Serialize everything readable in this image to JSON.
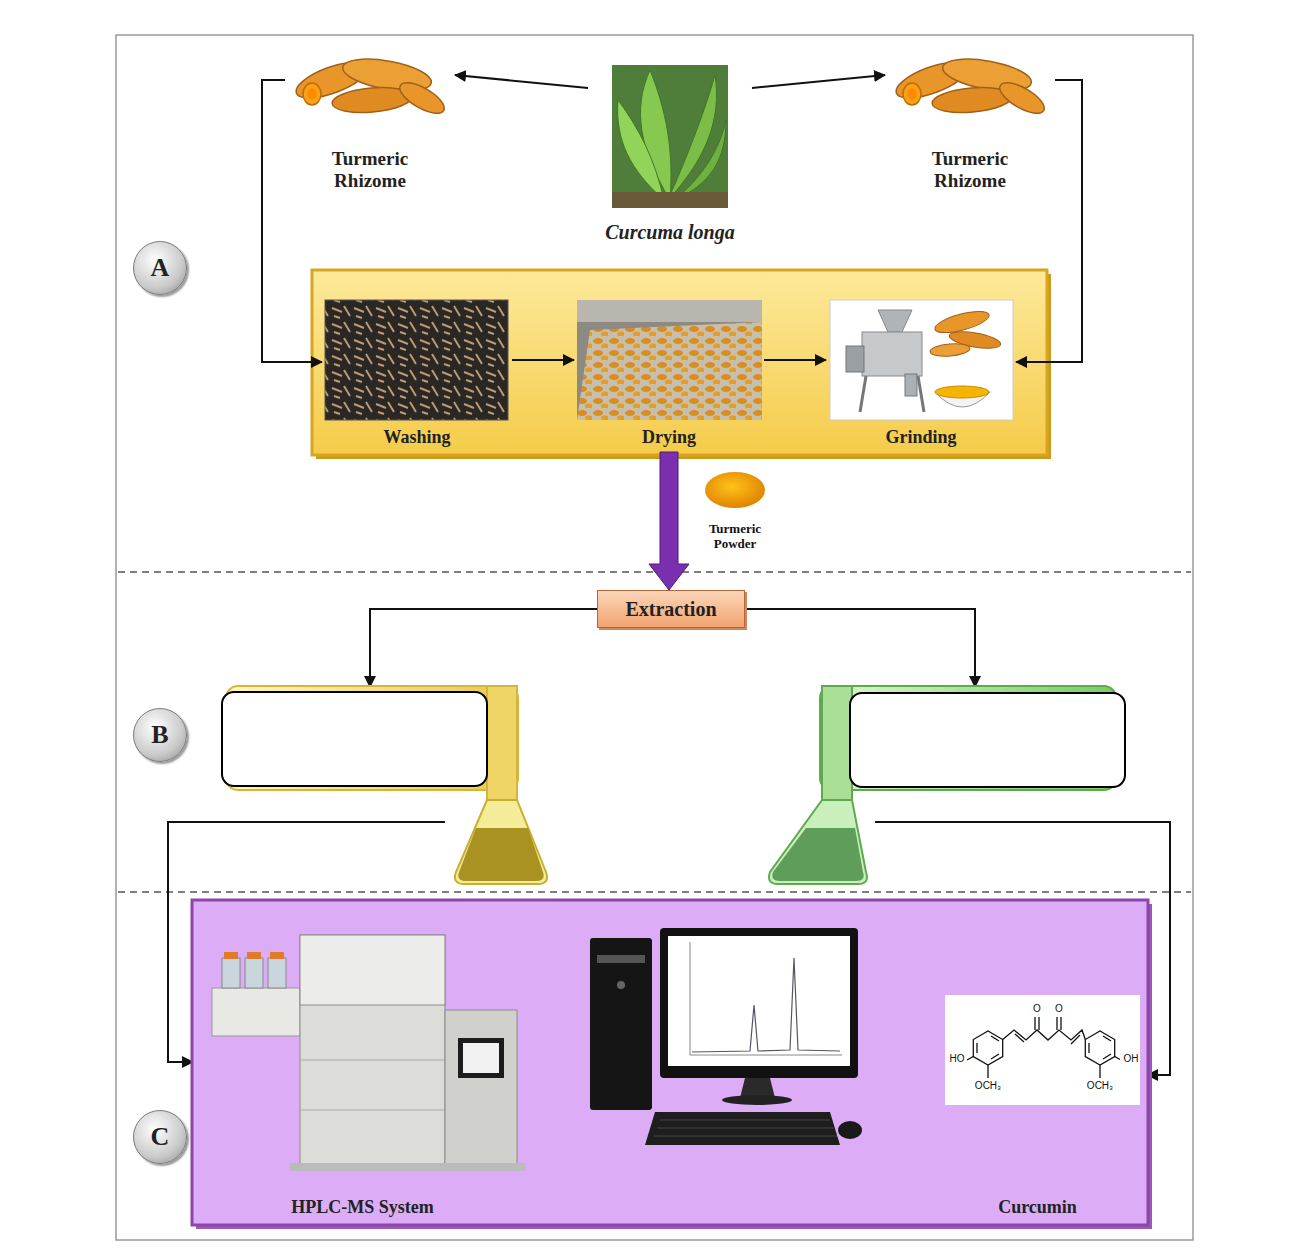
{
  "diagram": {
    "nodes": [
      {
        "text": [
          "Turmeric Rhizome"
        ]
      },
      {
        "text": [
          "Curcuma longa"
        ]
      },
      {
        "text": [
          "Turmeric Rhizome"
        ]
      },
      {
        "text": [
          "A"
        ]
      },
      {
        "text": [
          "Washing"
        ]
      },
      {
        "text": [
          "Drying"
        ]
      },
      {
        "text": [
          "Grinding"
        ]
      },
      {
        "text": [
          "Extraction"
        ]
      },
      {
        "text": [
          "B"
        ]
      },
      {
        "text": [
          "C"
        ]
      },
      {
        "text": [
          "HPLC-MS System"
        ]
      },
      {
        "text": [
          "Curcumin"
        ]
      }
    ],
    "edges": [
      {
        "from": 1,
        "to": 0,
        "arrow": "to"
      },
      {
        "from": 1,
        "to": 2,
        "arrow": "to"
      },
      {
        "from": 0,
        "to": 4,
        "arrow": "to"
      },
      {
        "from": 2,
        "to": 6,
        "arrow": "to"
      },
      {
        "from": 4,
        "to": 5,
        "arrow": "to"
      },
      {
        "from": 5,
        "to": 6,
        "arrow": "to"
      },
      {
        "from": 5,
        "to": 7,
        "arrow": "to"
      }
    ],
    "labels": [
      "Turmeric Powder",
      "O",
      "O",
      "HO",
      "OCH₃",
      "OCH₃",
      "OH"
    ]
  }
}
